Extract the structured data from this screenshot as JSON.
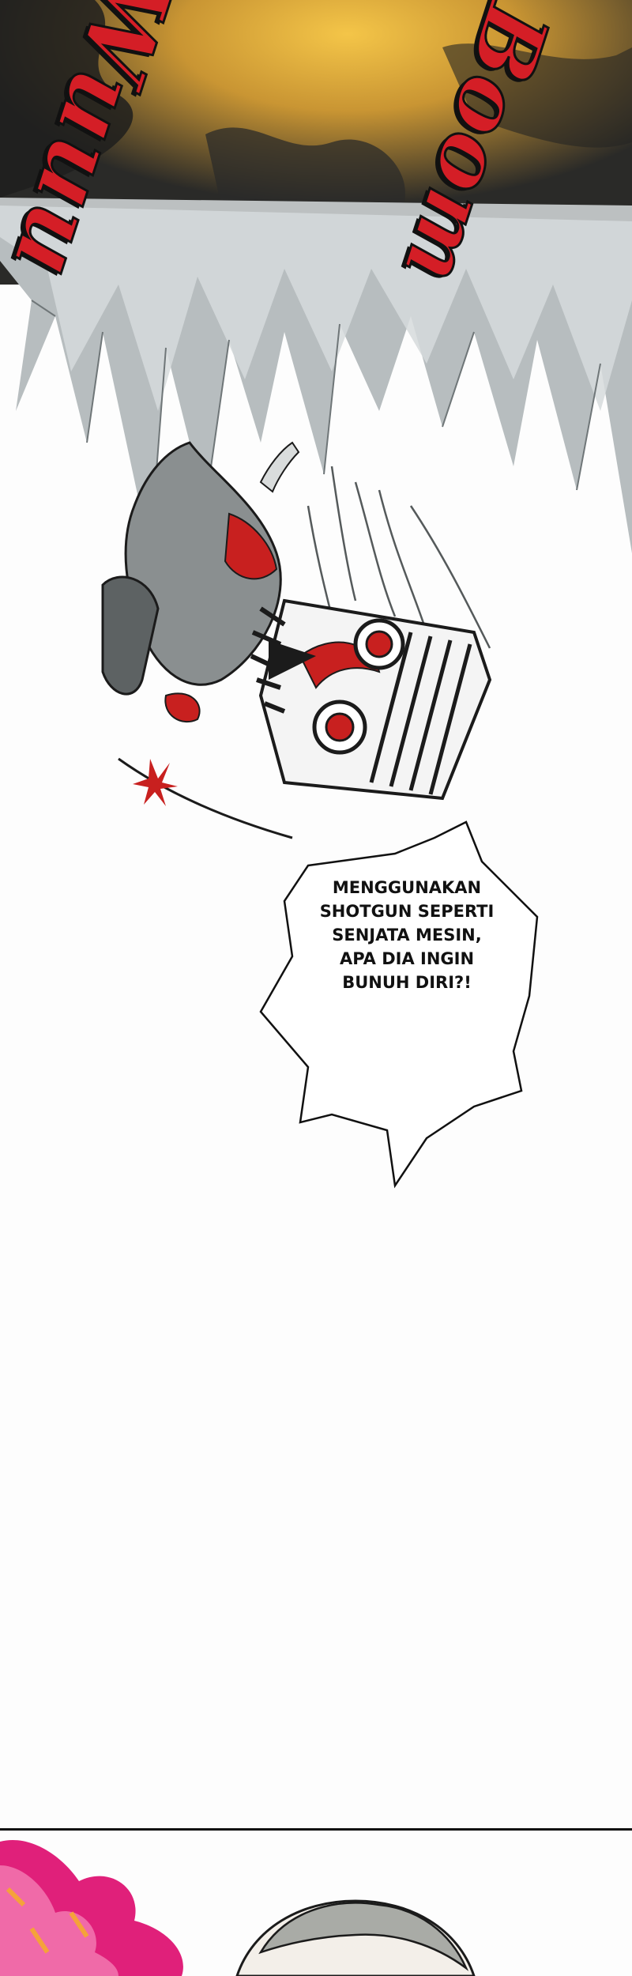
{
  "sound_effects": {
    "left": "Wuuu",
    "right": "Boom"
  },
  "speech_bubble": {
    "lines": [
      "MENGGUNAKAN",
      "SHOTGUN SEPERTI",
      "SENJATA MESIN,",
      "APA DIA INGIN",
      "BUNUH DIRI?!"
    ]
  },
  "colors": {
    "sfx_red": "#d41e26",
    "ink": "#111111",
    "blood_red": "#c8201f",
    "smoke_gray": "#9ea6a8",
    "fire_yellow": "#e9b43a",
    "magenta_flash": "#e0207a"
  }
}
